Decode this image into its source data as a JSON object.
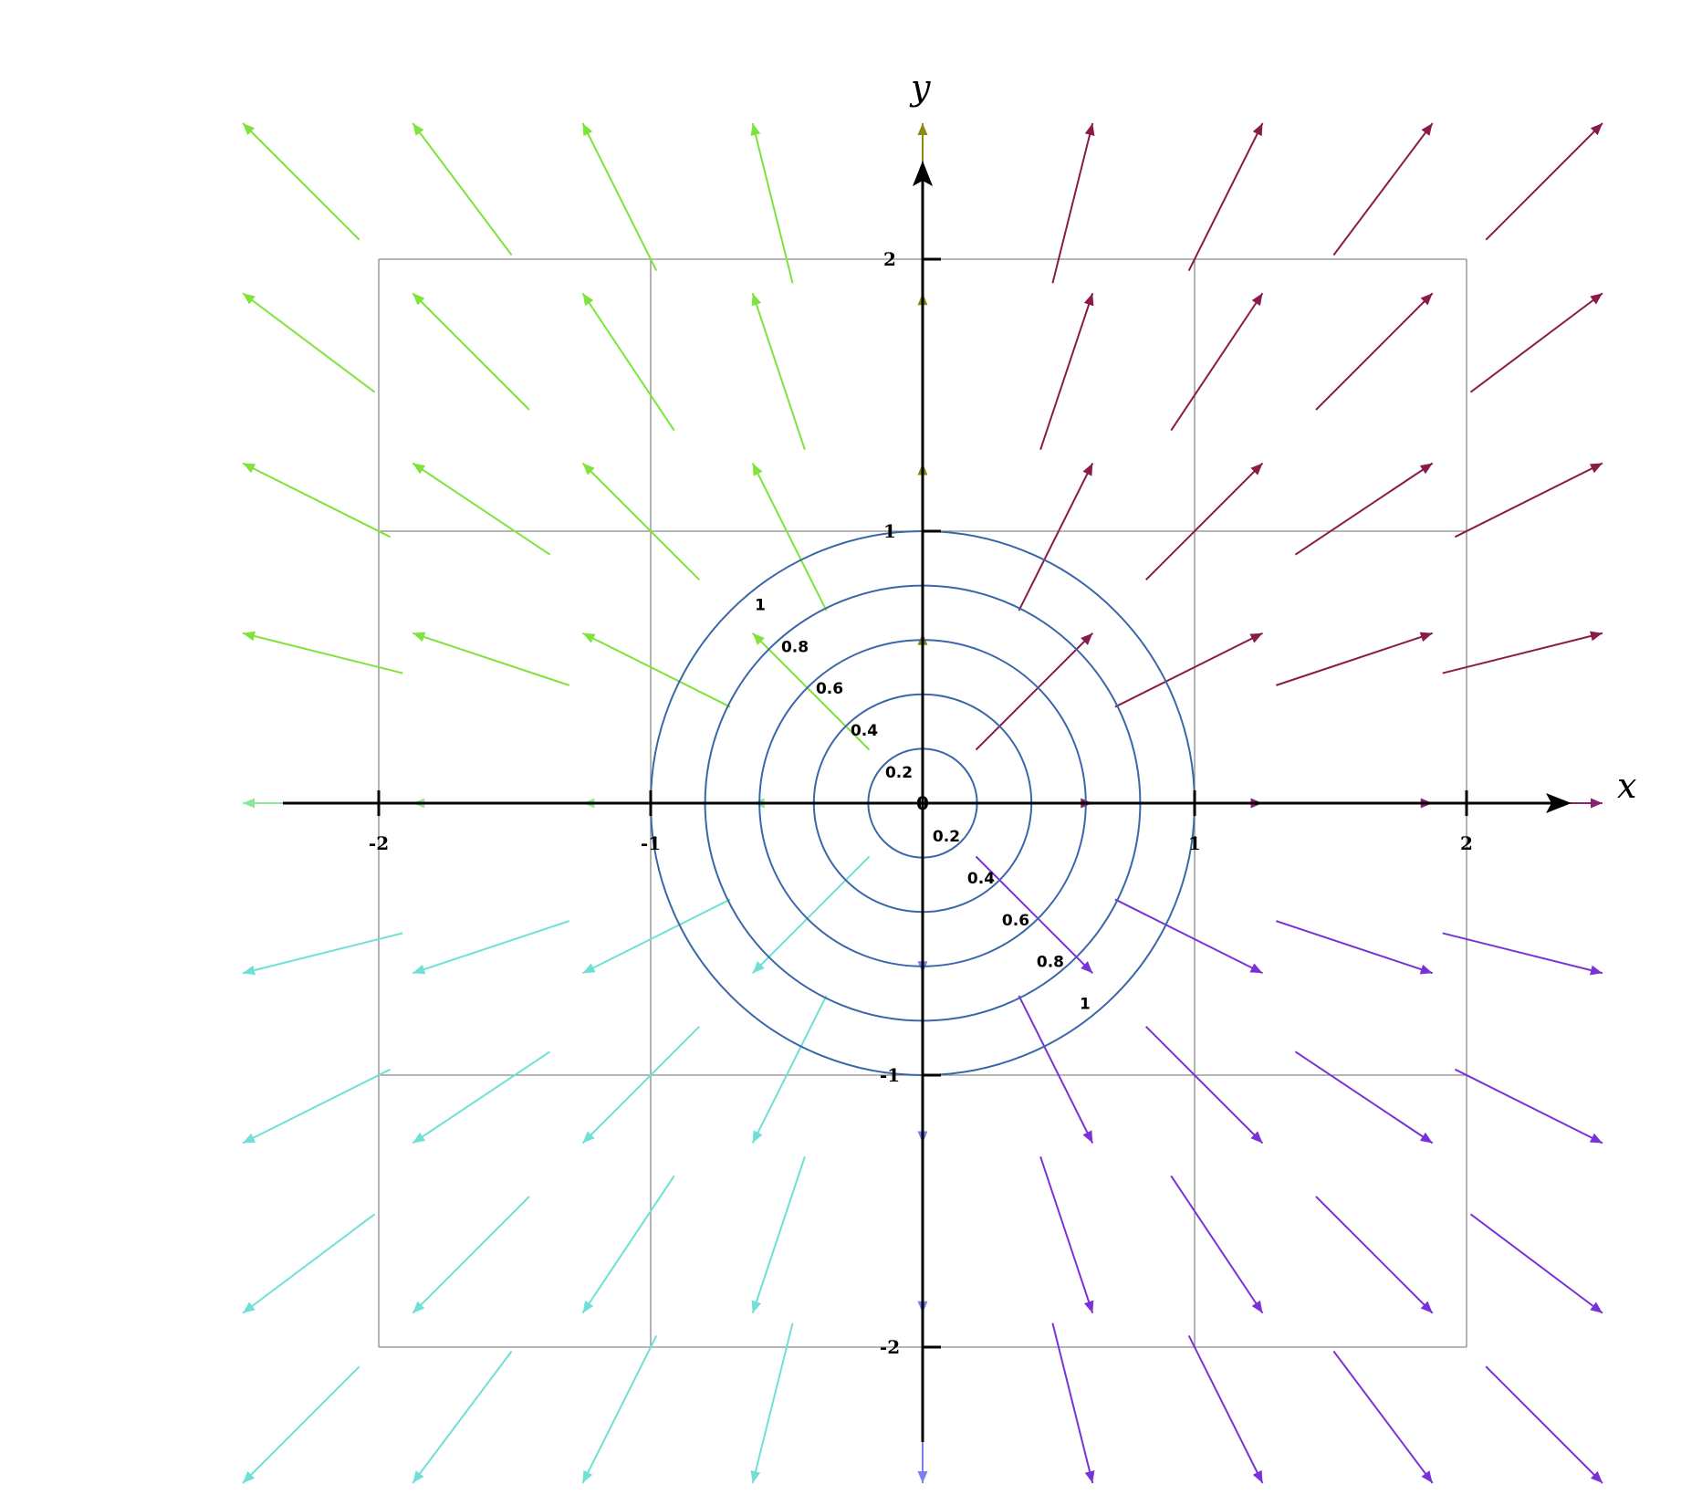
{
  "chart_data": {
    "type": "vector_field_contour",
    "xlabel": "x",
    "ylabel": "y",
    "xlim": [
      -2.5,
      2.5
    ],
    "ylim": [
      -2.5,
      2.5
    ],
    "grid": true,
    "x_ticks": [
      {
        "value": -2,
        "label": "-2"
      },
      {
        "value": -1,
        "label": "-1"
      },
      {
        "value": 1,
        "label": "1"
      },
      {
        "value": 2,
        "label": "2"
      }
    ],
    "y_ticks": [
      {
        "value": 2,
        "label": "2"
      },
      {
        "value": 1,
        "label": "1"
      },
      {
        "value": -1,
        "label": "-1"
      },
      {
        "value": -2,
        "label": "-2"
      }
    ],
    "origin_label": "0",
    "grid_lines": [
      -2,
      -1,
      1,
      2
    ],
    "contours": {
      "levels": [
        0.2,
        0.4,
        0.6,
        0.8,
        1
      ],
      "labels": [
        "0.2",
        "0.4",
        "0.6",
        "0.8",
        "1"
      ],
      "color": "#3a67a8"
    },
    "vector_field": {
      "sample_points": [
        -2.5,
        -1.875,
        -1.25,
        -0.625,
        0,
        0.625,
        1.25,
        1.875,
        2.5
      ],
      "direction": "radially outward from origin",
      "colors": {
        "upper_left": "#7ee33a",
        "lower_left": "#6fe0d6",
        "lower_right": "#7a32d8",
        "upper_right": "#8a1a4a",
        "top": "#8a8a10",
        "bottom": "#7a80ee",
        "left": "#8be89a",
        "right": "#8a2070"
      }
    }
  }
}
